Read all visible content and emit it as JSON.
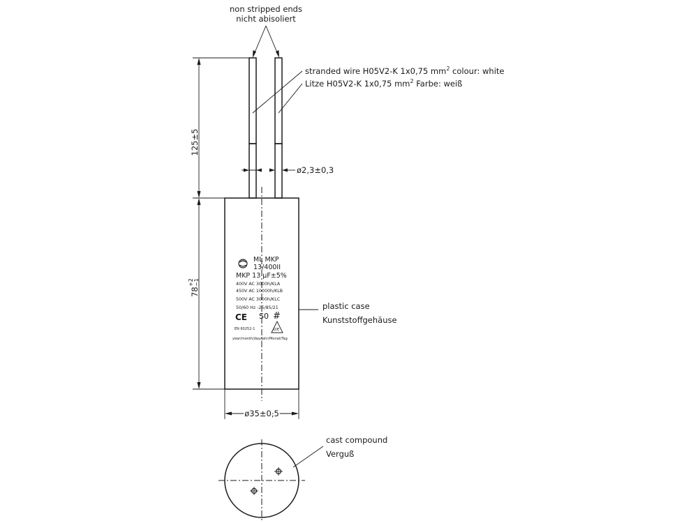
{
  "callouts": {
    "ends_en": "non stripped ends",
    "ends_de": "nicht abisoliert",
    "wire_en": "stranded wire H05V2-K   1x0,75 mm",
    "wire_en_sup": "2",
    "wire_en_tail": "  colour: white",
    "wire_de": "Litze H05V2-K    1x0,75 mm",
    "wire_de_sup": "2",
    "wire_de_tail": "  Farbe: weiß",
    "case_en": "plastic case",
    "case_de": "Kunststoffgehäuse",
    "compound_en": "cast compound",
    "compound_de": "Verguß"
  },
  "dimensions": {
    "lead_length": "125±5",
    "wire_diameter": "ø2,3±0,3",
    "body_height_base": "78",
    "body_height_tol_upper": "+2",
    "body_height_tol_lower": "−1",
    "body_diameter": "ø35±0,5"
  },
  "case_label": {
    "brand_line1": "ML MKP",
    "brand_line2": "13/400II",
    "spec_line": "MKP 13 µF±5%",
    "line_400": "400V AC  3000h/KLA",
    "line_450": "450V AC  10000h/KLB",
    "line_500": "500V AC  3000h/KLC",
    "line_freq": "50/60 Hz  -25/85/21",
    "ce_mark": "CE",
    "s0_mark": "S0",
    "hash_mark": "#",
    "en_standard": "EN 60252-1",
    "vde_mark": "D/E",
    "date_line": "year/month/day/Jahr/Monat/Tag"
  }
}
